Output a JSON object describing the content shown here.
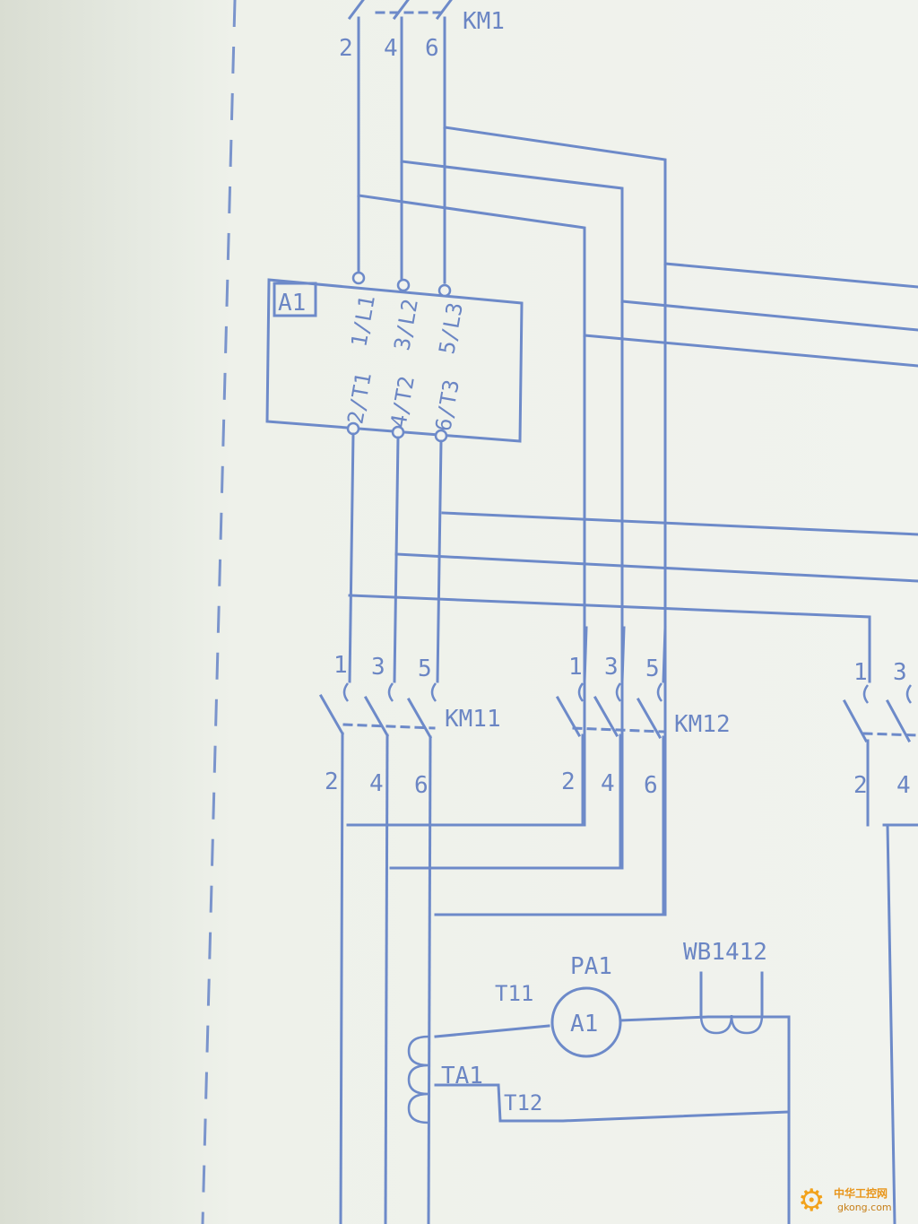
{
  "labels": {
    "km1": "KM1",
    "km11": "KM11",
    "km12": "KM12",
    "a1_box": "A1",
    "in_terms": [
      "1/L1",
      "3/L2",
      "5/L3"
    ],
    "out_terms": [
      "2/T1",
      "4/T2",
      "6/T3"
    ],
    "top_nums": [
      "2",
      "4",
      "6"
    ],
    "km11_top": [
      "1",
      "3",
      "5"
    ],
    "km11_bot": [
      "2",
      "4",
      "6"
    ],
    "km12_top": [
      "1",
      "3",
      "5"
    ],
    "km12_bot": [
      "2",
      "4",
      "6"
    ],
    "km13_top": [
      "1",
      "3"
    ],
    "km13_bot": [
      "2",
      "4"
    ],
    "pa1": "PA1",
    "meter": "A1",
    "t11": "T11",
    "t12": "T12",
    "ta1": "TA1",
    "wb": "WB1412"
  },
  "watermark": {
    "icon": "gear-icon",
    "text": "中华工控网",
    "url": "gkong.com"
  },
  "colors": {
    "ink": "#6d8ac9",
    "paper": "#f1f3ee",
    "watermark": "#f2a21b"
  }
}
